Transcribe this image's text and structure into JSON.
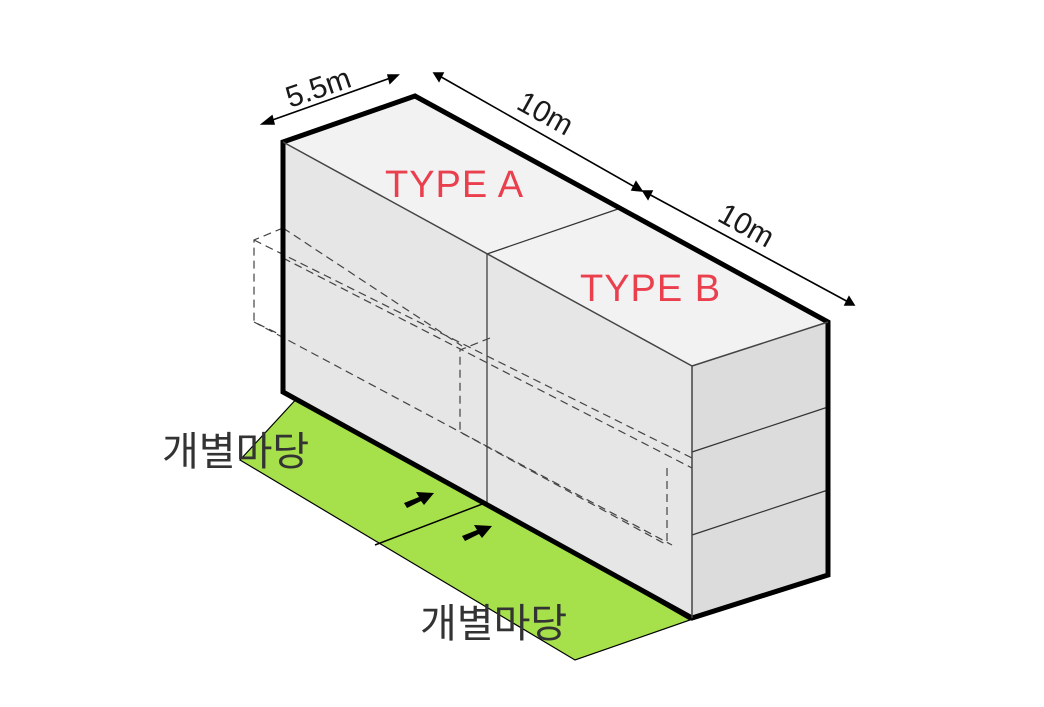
{
  "dimensions": {
    "depth": "5.5m",
    "length_a": "10m",
    "length_b": "10m"
  },
  "units": {
    "type_a": "TYPE A",
    "type_b": "TYPE B"
  },
  "yards": {
    "upper": "개별마당",
    "lower": "개별마당"
  },
  "colors": {
    "yard_green": "#a6e14b",
    "unit_label_red": "#ea3f4d",
    "top_face": "#f2f2f2",
    "side_face": "#e6e6e6",
    "end_face": "#dcdcdc"
  }
}
